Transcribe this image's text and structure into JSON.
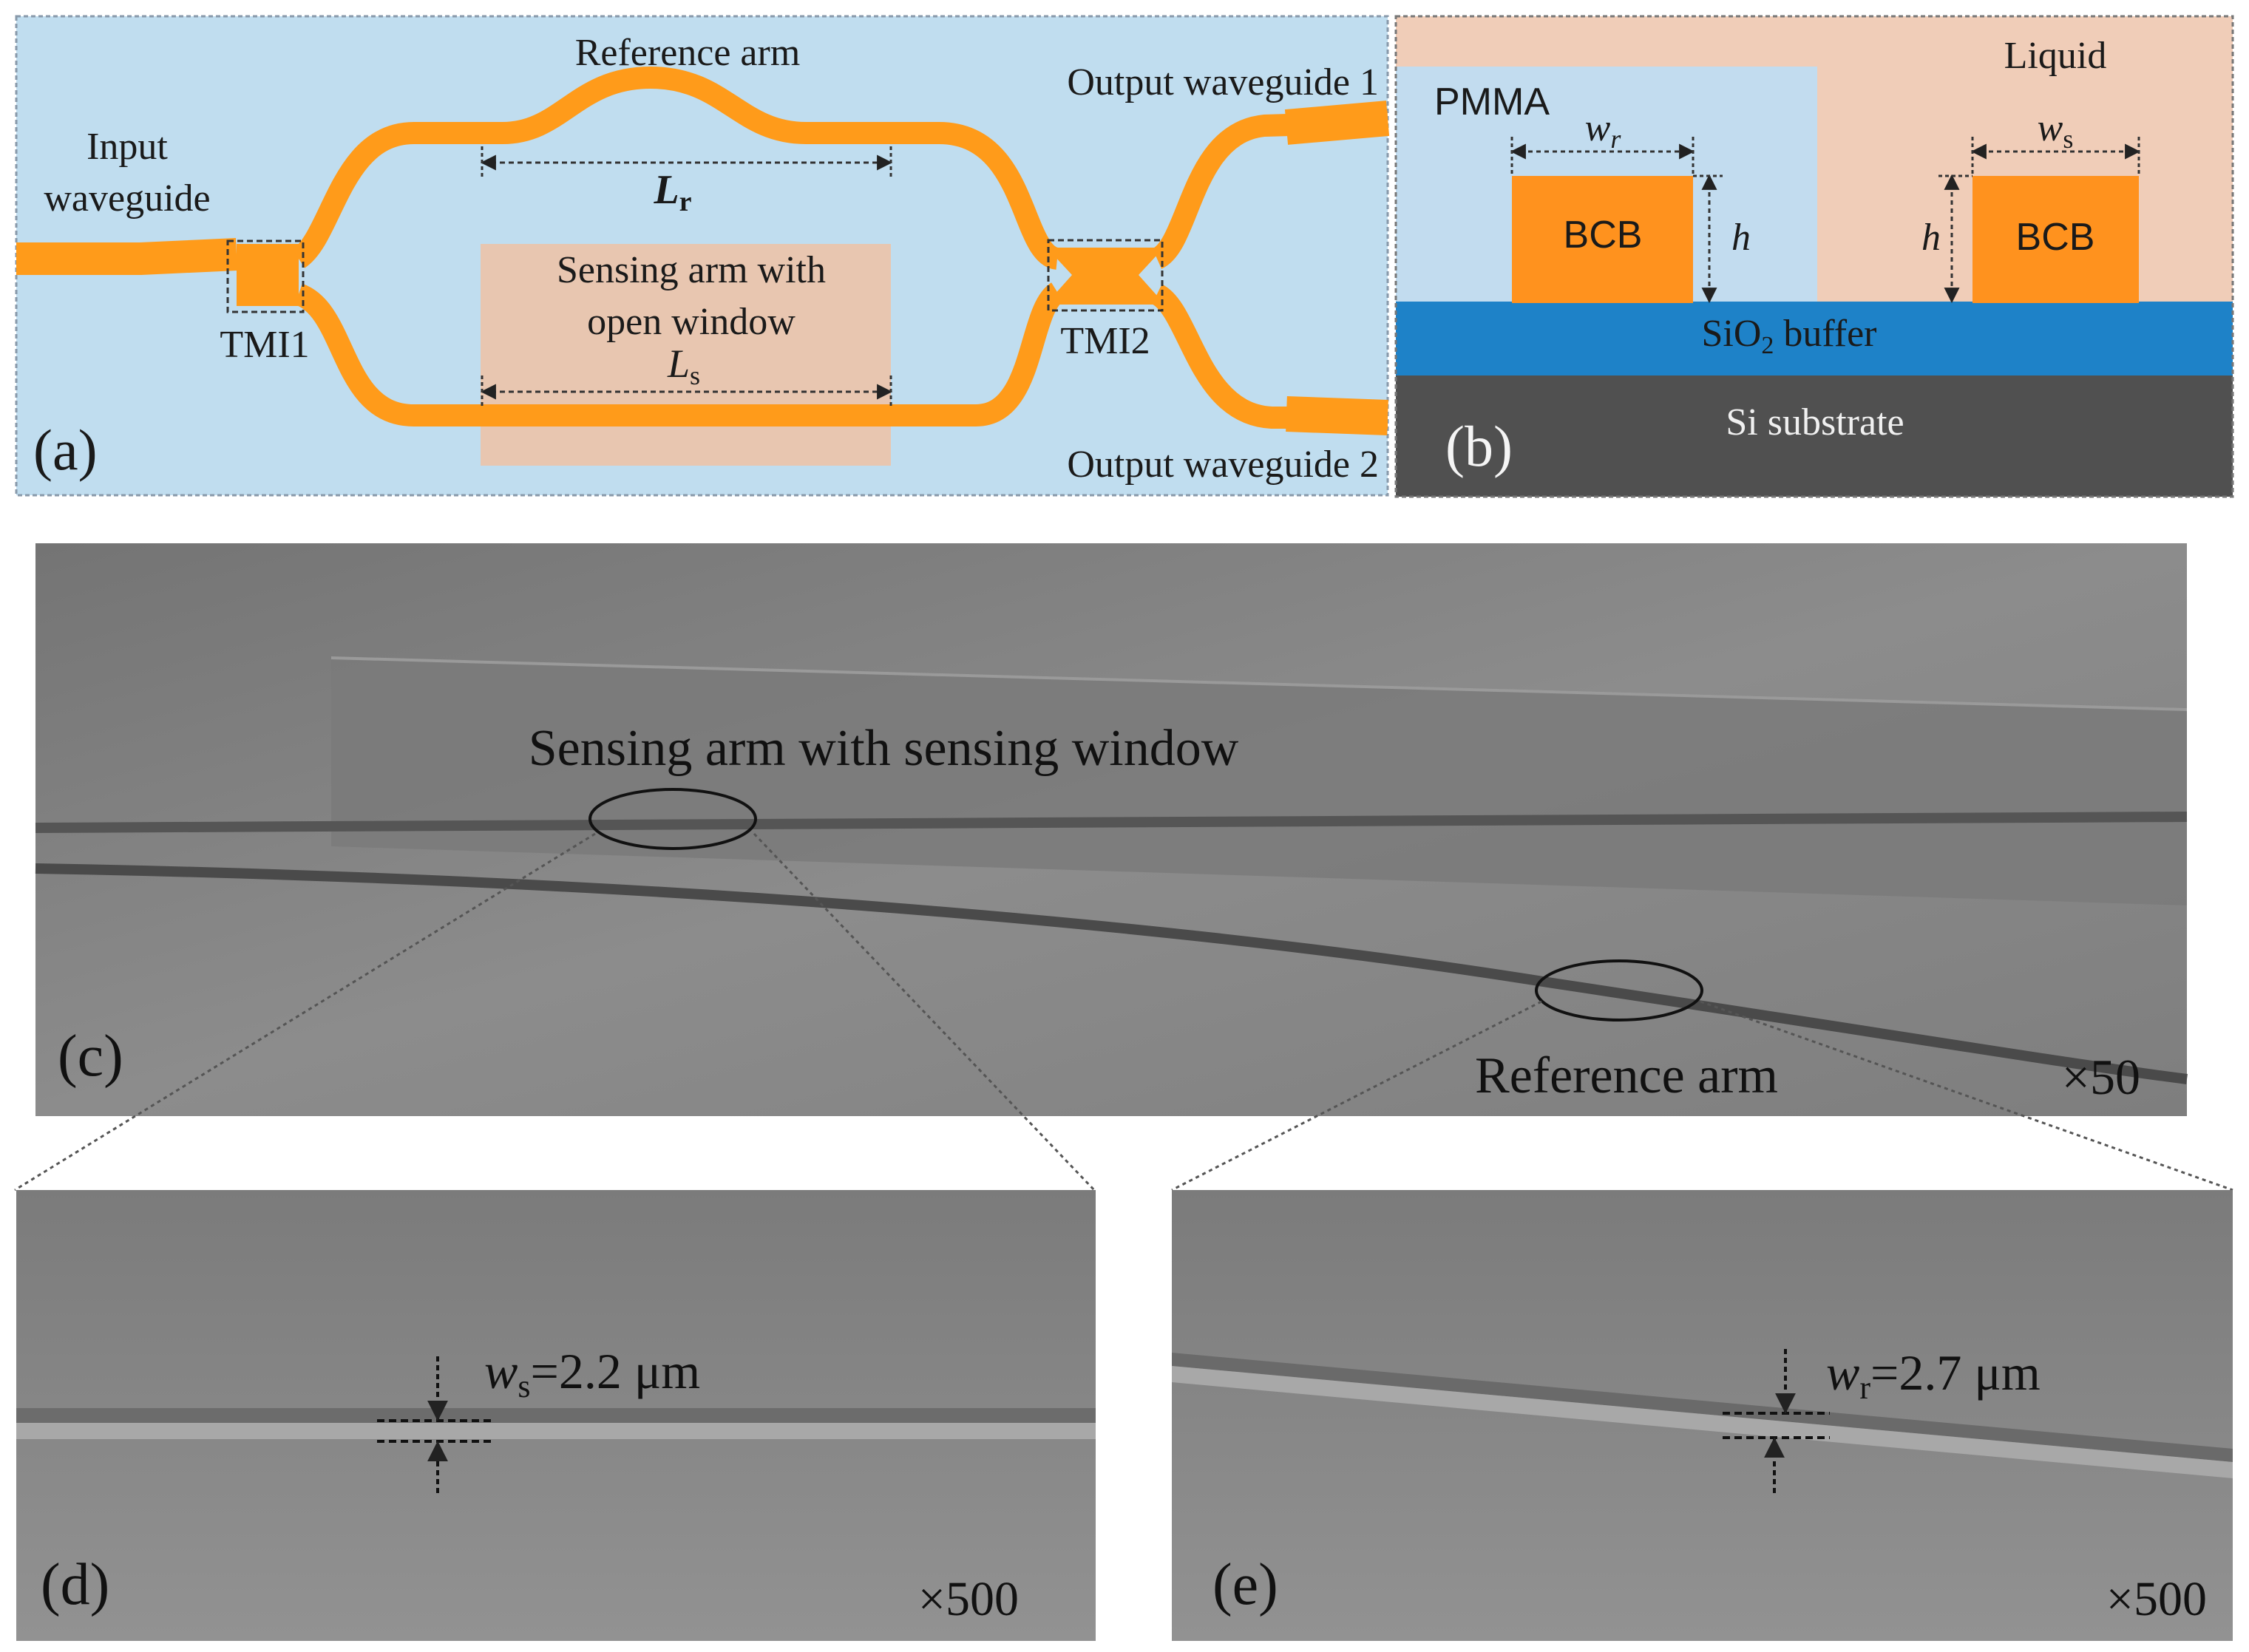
{
  "colors": {
    "waveguide": "#ff9b1a",
    "background_a": "#c0ddef",
    "window": "#e8c6b0",
    "pmma": "#c2dcef",
    "liquid": "#f0cdb8",
    "bcb": "#ff921e",
    "sio2": "#1e82c8",
    "si": "#505050",
    "micro_bg": "#8a8a8a"
  },
  "panel_a": {
    "tag": "(a)",
    "reference_arm": "Reference arm",
    "input_waveguide": [
      "Input",
      "waveguide"
    ],
    "output_waveguide_1": "Output waveguide 1",
    "output_waveguide_2": "Output waveguide 2",
    "lr_main": "L",
    "lr_sub": "r",
    "ls_main": "L",
    "ls_sub": "s",
    "sensing_window": [
      "Sensing arm with",
      "open window"
    ],
    "tmi1": "TMI1",
    "tmi2": "TMI2"
  },
  "panel_b": {
    "tag": "(b)",
    "pmma": "PMMA",
    "liquid": "Liquid",
    "bcb_left": "BCB",
    "bcb_right": "BCB",
    "wr_main": "w",
    "wr_sub": "r",
    "ws_main": "w",
    "ws_sub": "s",
    "h_left": "h",
    "h_right": "h",
    "sio2_main": "SiO",
    "sio2_sub": "2",
    "sio2_rest": " buffer",
    "si": "Si substrate"
  },
  "panel_c": {
    "tag": "(c)",
    "sensing_label": "Sensing arm with sensing window",
    "reference_label": "Reference arm",
    "magnification": "×50"
  },
  "panel_d": {
    "tag": "(d)",
    "width_main": "w",
    "width_sub": "s",
    "width_value": "=2.2 μm",
    "magnification": "×500"
  },
  "panel_e": {
    "tag": "(e)",
    "width_main": "w",
    "width_sub": "r",
    "width_value": "=2.7 μm",
    "magnification": "×500"
  }
}
